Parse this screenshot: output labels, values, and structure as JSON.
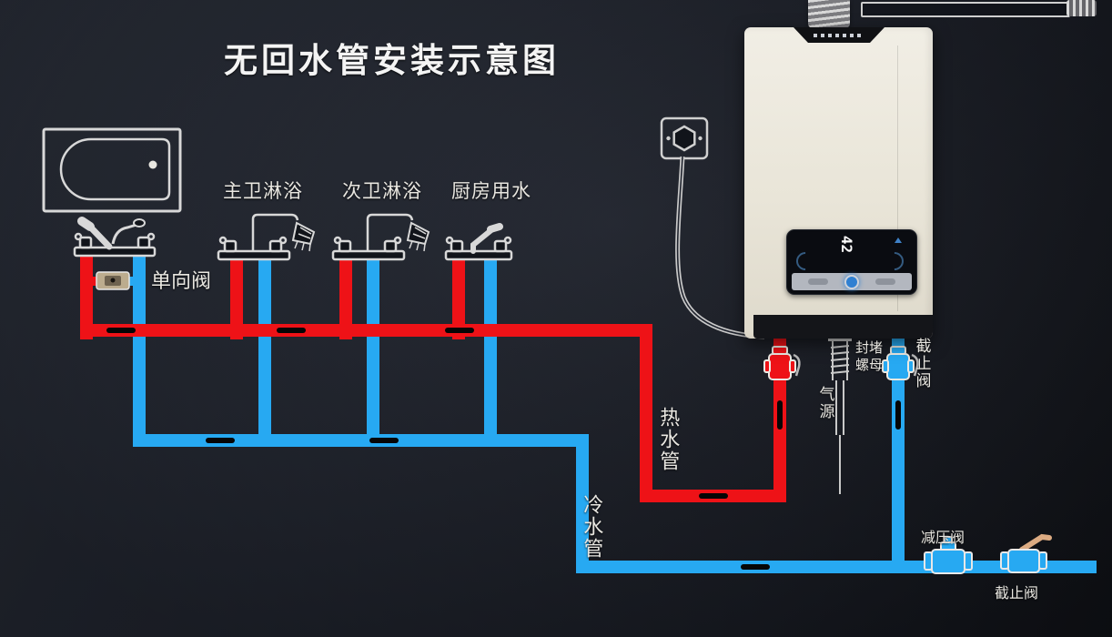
{
  "title": "无回水管安装示意图",
  "colors": {
    "background": "#1e222c",
    "hot_pipe": "#ee1217",
    "cold_pipe": "#27a9f2",
    "line_art": "#d8d8d8",
    "union_fitting": "#060606",
    "heater_body": "#e9e5d8",
    "valve_handle_tan": "#dcab82",
    "check_valve_body": "#bcac8e"
  },
  "fixture_labels": {
    "master_shower": "主卫淋浴",
    "second_shower": "次卫淋浴",
    "kitchen": "厨房用水"
  },
  "pipe_labels": {
    "check_valve": "单向阀",
    "hot_water_pipe": "热水管",
    "cold_water_pipe": "冷水管",
    "gas_source": "气源",
    "seal_nut_row1": "封堵",
    "seal_nut_row2": "螺母",
    "stop_valve_heater": "截止阀",
    "pressure_reducing_valve": "减压阀",
    "stop_valve_bottom": "截止阀"
  },
  "heater": {
    "display_value": "42"
  }
}
